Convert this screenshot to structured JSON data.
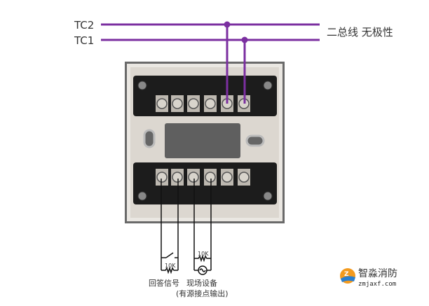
{
  "bus": {
    "tc2_label": "TC2",
    "tc1_label": "TC1",
    "bus_description": "二总线 无极性",
    "wire_color": "#7b2fa0"
  },
  "field": {
    "resistor_left": "10K",
    "resistor_right": "10K",
    "answer_signal_label": "回答信号",
    "field_device_label": "现场设备",
    "active_contact_label": "(有源接点输出)"
  },
  "logo": {
    "name": "智淼消防",
    "site": "zmjaxf.com"
  },
  "icons": {
    "switch": "switch-icon",
    "resistor": "resistor-icon",
    "ac_source": "ac-source-icon",
    "screw": "screw-terminal-icon"
  }
}
